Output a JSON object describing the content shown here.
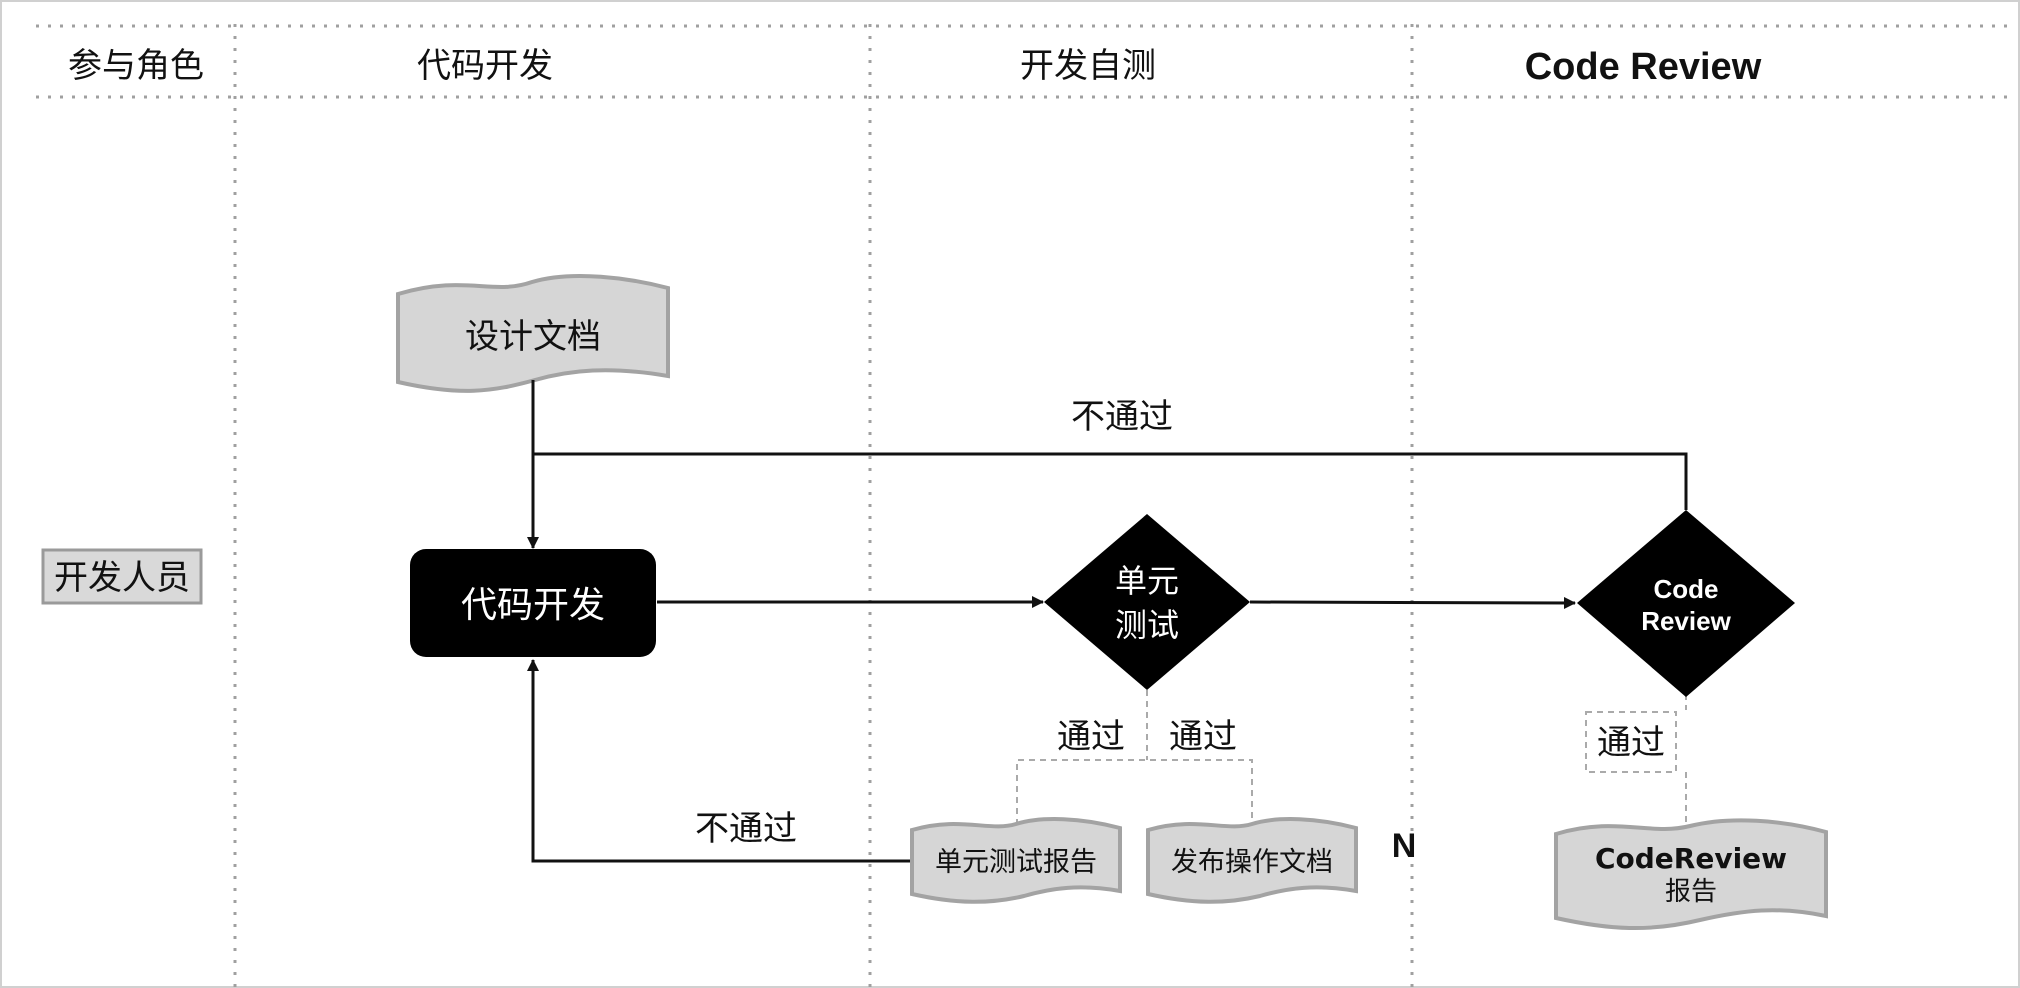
{
  "headers": {
    "role": "参与角色",
    "dev": "代码开发",
    "selftest": "开发自测",
    "review": "Code Review"
  },
  "role_box": "开发人员",
  "nodes": {
    "design_doc": "设计文档",
    "code_dev": "代码开发",
    "unit_test_line1": "单元",
    "unit_test_line2": "测试",
    "code_review_line1": "Code",
    "code_review_line2": "Review",
    "unit_test_report": "单元测试报告",
    "release_doc": "发布操作文档",
    "cr_report_line1": "CodeReview",
    "cr_report_line2": "报告"
  },
  "edge_labels": {
    "fail_top": "不通过",
    "fail_bottom": "不通过",
    "pass_left": "通过",
    "pass_right": "通过",
    "pass_review": "通过",
    "n": "N"
  },
  "colors": {
    "black_node": "#000000",
    "doc_fill": "#d6d6d6",
    "doc_stroke": "#a3a3a3",
    "grid": "#a0a0a0"
  }
}
